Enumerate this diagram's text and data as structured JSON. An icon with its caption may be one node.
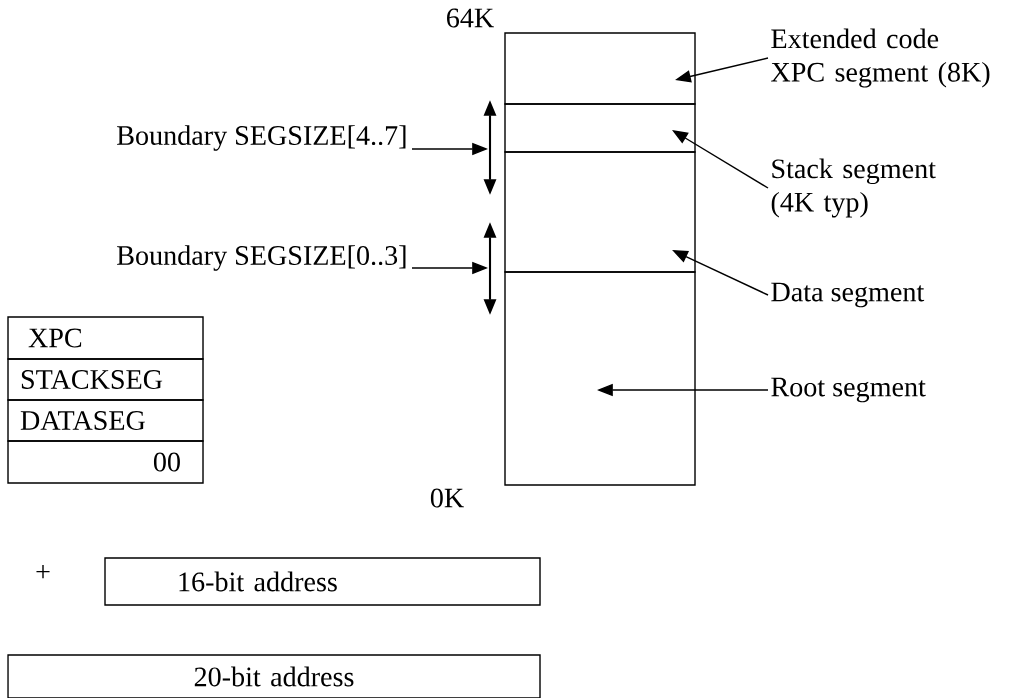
{
  "diagram": {
    "nodes": [
      {
        "text": [],
        "shape": "box"
      },
      {
        "text": [],
        "shape": "box"
      },
      {
        "text": [],
        "shape": "box"
      },
      {
        "text": [],
        "shape": "box"
      },
      {
        "text": [
          "Extended code XPC segment (8K)"
        ]
      },
      {
        "text": [
          "Stack segment (4K typ)"
        ]
      },
      {
        "text": [
          "Data segment"
        ]
      },
      {
        "text": [
          "Root segment"
        ]
      },
      {
        "text": [
          "Boundary SEGSIZE[4..7]"
        ]
      },
      {
        "text": [
          "Boundary SEGSIZE[0..3]"
        ]
      },
      {
        "text": [
          "XPC"
        ]
      },
      {
        "text": [
          "STACKSEG"
        ]
      },
      {
        "text": [
          "DATASEG"
        ]
      },
      {
        "text": [
          "00"
        ]
      },
      {
        "text": [
          "16-bit address"
        ]
      },
      {
        "text": [
          "20-bit address"
        ]
      }
    ],
    "edges": [
      {
        "from": 4,
        "to": 0,
        "arrow": "to"
      },
      {
        "from": 5,
        "to": 1,
        "arrow": "to"
      },
      {
        "from": 6,
        "to": 2,
        "arrow": "to"
      },
      {
        "from": 7,
        "to": 3,
        "arrow": "to"
      },
      {
        "from": 8,
        "to": null,
        "arrow": "to"
      },
      {
        "from": 9,
        "to": null,
        "arrow": "to"
      }
    ],
    "labels": [
      "64K",
      "0K",
      "+"
    ]
  }
}
